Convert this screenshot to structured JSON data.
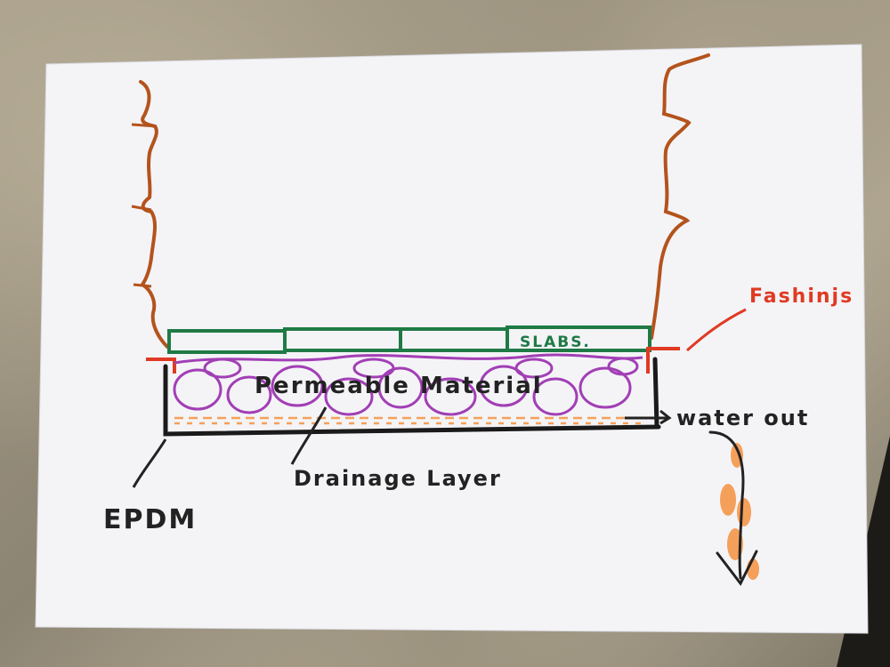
{
  "labels": {
    "slabs": "SLABS.",
    "permeable": "Permeable Material",
    "flashings": "Fashinjs",
    "water_out": "water out",
    "drainage": "Drainage Layer",
    "epdm": "EPDM"
  },
  "colors": {
    "paper": "#f4f4f7",
    "wall_brick": "#b4531c",
    "slab_green": "#1f7a45",
    "flashing_red": "#e03a23",
    "gravel_purple": "#a23fb5",
    "drainage_orange": "#f5a05a",
    "epdm_black": "#1a1a1a",
    "ink_black": "#222222"
  }
}
